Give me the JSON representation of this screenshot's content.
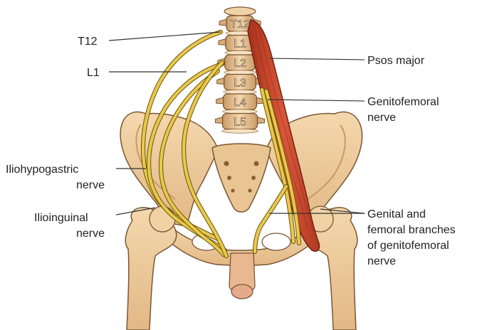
{
  "labels": {
    "t12": "T12",
    "l1": "L1",
    "iliohypogastric_line1": "Iliohypogastric",
    "iliohypogastric_line2": "nerve",
    "ilioinguinal_line1": "Ilioinguinal",
    "ilioinguinal_line2": "nerve",
    "psoas": "Psos major",
    "genitofemoral_line1": "Genitofemoral",
    "genitofemoral_line2": "nerve",
    "branches_line1": "Genital and",
    "branches_line2": "femoral branches",
    "branches_line3": "of genitofemoral",
    "branches_line4": "nerve"
  },
  "vertebrae": [
    "T12",
    "L1",
    "L2",
    "L3",
    "L4",
    "L5"
  ],
  "colors": {
    "bone": "#ecc99a",
    "bone_shadow": "#c99a63",
    "bone_outline": "#7a5633",
    "muscle": "#c9472b",
    "nerve": "#e9c94a"
  }
}
